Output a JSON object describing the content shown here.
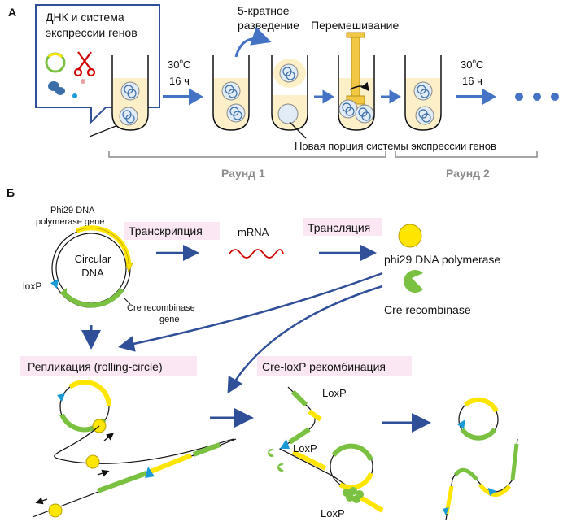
{
  "panel_a": {
    "label": "А",
    "callout": {
      "line1": "ДНК и система",
      "line2": "экспрессии генов"
    },
    "incubation_1": {
      "temp": "30",
      "deg": "o",
      "unit": "C",
      "time": "16 ч"
    },
    "dilution": {
      "line1": "5-кратное",
      "line2": "разведение"
    },
    "mixing": "Перемешивание",
    "incubation_2": {
      "temp": "30",
      "deg": "o",
      "unit": "C",
      "time": "16 ч"
    },
    "new_portion": "Новая порция системы экспрессии генов",
    "round_1": "Раунд 1",
    "round_2": "Раунд 2"
  },
  "panel_b": {
    "label": "Б",
    "phi29_gene": {
      "line1": "Phi29 DNA",
      "line2": "polymerase gene"
    },
    "circular": {
      "line1": "Circular",
      "line2": "DNA"
    },
    "loxp": "loxP",
    "cre_gene": {
      "line1": "Cre recombinase",
      "line2": "gene"
    },
    "transcription": "Транскрипция",
    "mrna": "mRNA",
    "translation": "Трансляция",
    "phi29_polymerase": "phi29 DNA polymerase",
    "cre_recombinase": "Cre recombinase",
    "replication": "Репликация (rolling-circle)",
    "recombination": "Cre-loxP рекомбинация",
    "loxp_1": "LoxP",
    "loxp_2": "LoxP",
    "loxp_3": "LoxP"
  },
  "colors": {
    "blue_arrow": "#4472c4",
    "dark_arrow": "#2f4f99",
    "yellow": "#ffe600",
    "green": "#7ac142",
    "loxp_blue": "#1a9ad6",
    "tube_fill": "#fdf0c8",
    "label_bg": "#fbe6f3",
    "mrna_red": "#d00000",
    "gray": "#8c8c8c"
  }
}
